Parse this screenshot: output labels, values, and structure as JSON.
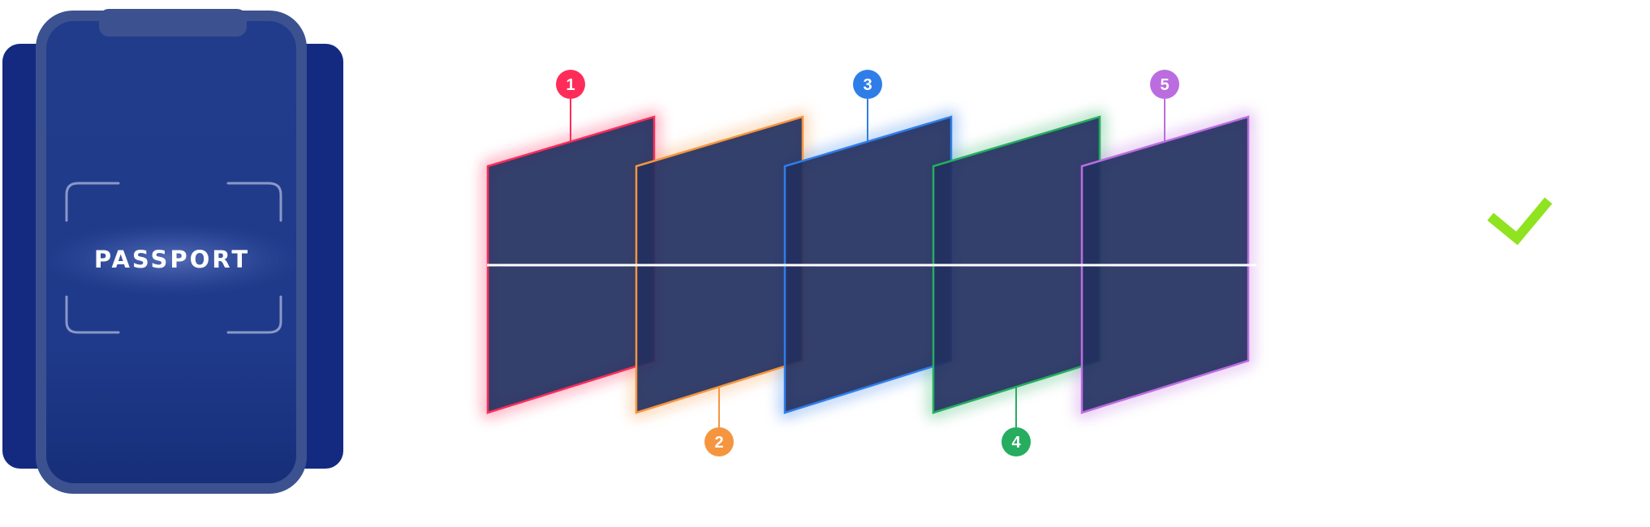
{
  "phone": {
    "screen_label": "PASSPORT",
    "body_color": "#3c5290",
    "screen_color": "#1f3a8a",
    "back_panel_color": "#142a80",
    "corner_bracket_color": "#8a98c9"
  },
  "layers": [
    {
      "number": "1",
      "color": "#ff2c59",
      "badge_position": "top"
    },
    {
      "number": "2",
      "color": "#f6953f",
      "badge_position": "bottom"
    },
    {
      "number": "3",
      "color": "#2f7ee8",
      "badge_position": "top"
    },
    {
      "number": "4",
      "color": "#26ad5f",
      "badge_position": "bottom"
    },
    {
      "number": "5",
      "color": "#bb6de0",
      "badge_position": "top"
    }
  ],
  "layer_fill": "#23305f",
  "scan_line_color": "#ffffff",
  "result": {
    "icon": "check-icon",
    "color": "#8fe31f"
  }
}
